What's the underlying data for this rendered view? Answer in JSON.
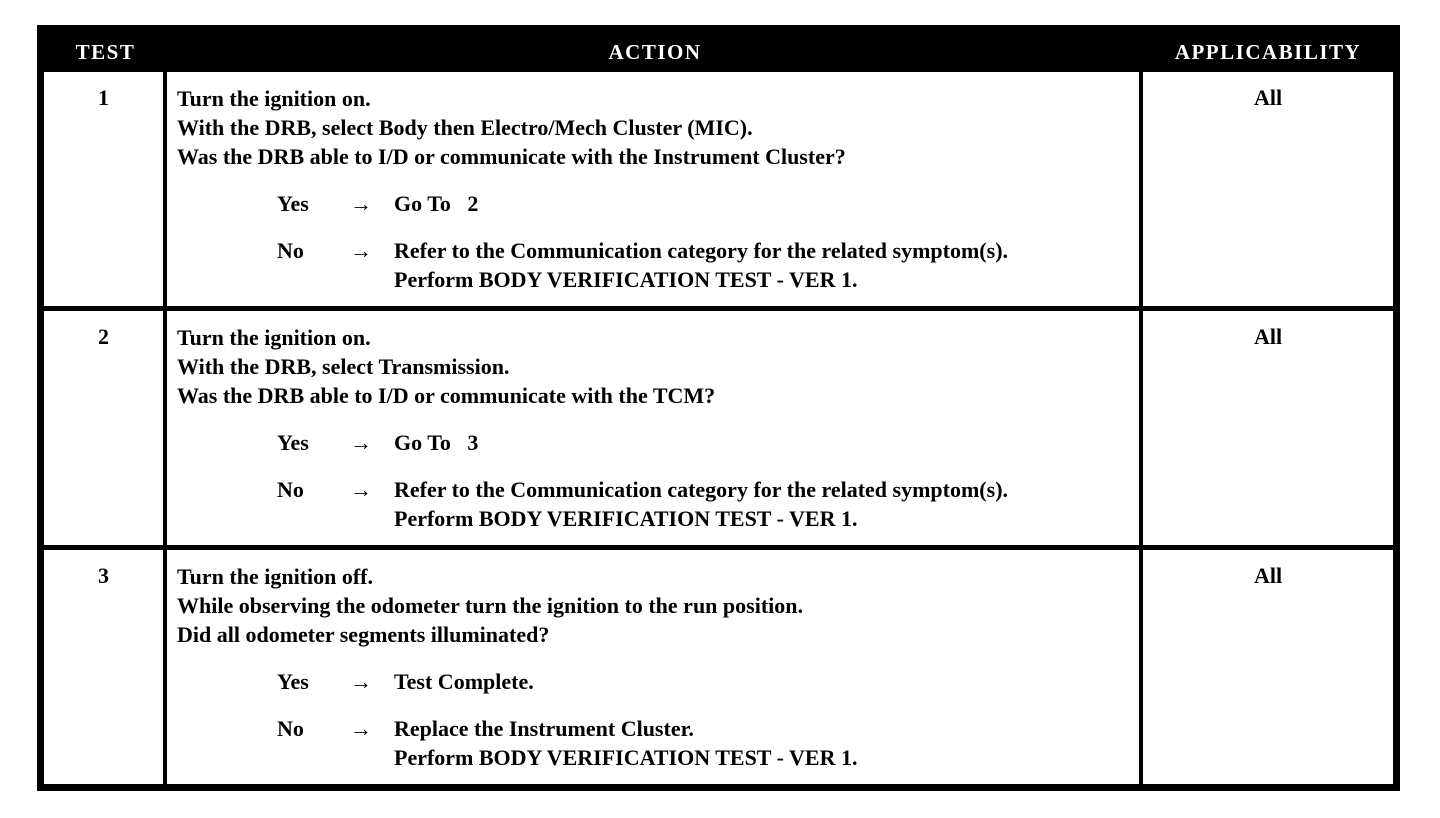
{
  "table": {
    "columns": [
      {
        "label": "TEST"
      },
      {
        "label": "ACTION"
      },
      {
        "label": "APPLICABILITY"
      }
    ],
    "arrow_icon": "→",
    "rows": [
      {
        "test": "1",
        "applicability": "All",
        "action_lines": [
          "Turn the ignition on.",
          "With the DRB, select Body then Electro/Mech Cluster (MIC).",
          "Was the DRB able to I/D or communicate with the Instrument Cluster?"
        ],
        "yes": {
          "label": "Yes",
          "arrow": "→",
          "lines": [
            "Go To   2"
          ]
        },
        "no": {
          "label": "No",
          "arrow": "→",
          "lines": [
            "Refer to the Communication category for the related symptom(s).",
            "Perform BODY VERIFICATION TEST - VER 1."
          ]
        }
      },
      {
        "test": "2",
        "applicability": "All",
        "action_lines": [
          "Turn the ignition on.",
          "With the DRB, select Transmission.",
          "Was the DRB able to I/D or communicate with the TCM?"
        ],
        "yes": {
          "label": "Yes",
          "arrow": "→",
          "lines": [
            "Go To   3"
          ]
        },
        "no": {
          "label": "No",
          "arrow": "→",
          "lines": [
            "Refer to the Communication category for the related symptom(s).",
            "Perform BODY VERIFICATION TEST - VER 1."
          ]
        }
      },
      {
        "test": "3",
        "applicability": "All",
        "action_lines": [
          "Turn the ignition off.",
          "While observing the odometer turn the ignition to the run position.",
          "Did all odometer segments illuminated?"
        ],
        "yes": {
          "label": "Yes",
          "arrow": "→",
          "lines": [
            "Test Complete."
          ]
        },
        "no": {
          "label": "No",
          "arrow": "→",
          "lines": [
            "Replace the Instrument Cluster.",
            "Perform BODY VERIFICATION TEST - VER 1."
          ]
        }
      }
    ],
    "colors": {
      "header_bg": "#000000",
      "header_text": "#ffffff",
      "body_text": "#000000",
      "page_bg": "#ffffff"
    }
  }
}
